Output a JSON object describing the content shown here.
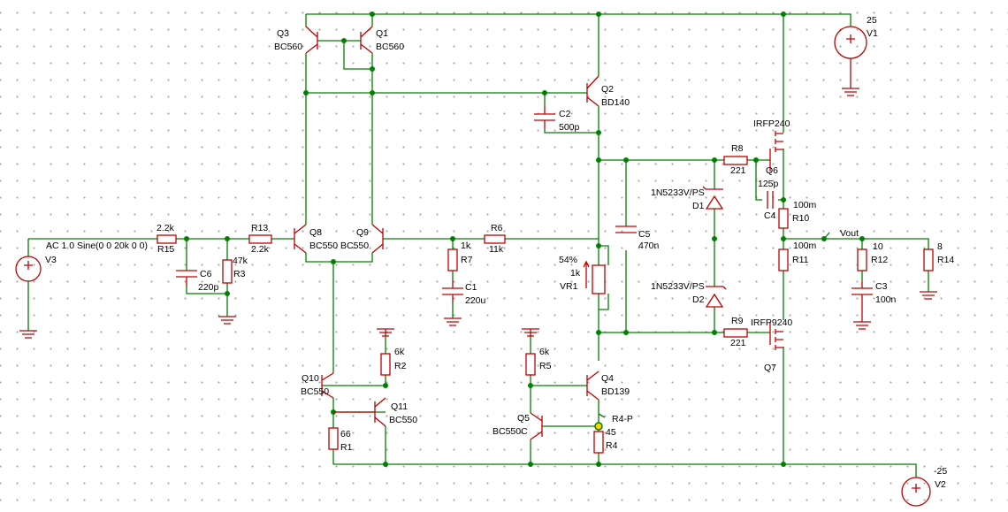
{
  "components": {
    "q1": {
      "ref": "Q1",
      "part": "BC560"
    },
    "q3": {
      "ref": "Q3",
      "part": "BC560"
    },
    "q2": {
      "ref": "Q2",
      "part": "BD140"
    },
    "c2": {
      "ref": "C2",
      "value": "500p"
    },
    "v1": {
      "ref": "V1",
      "value": "25"
    },
    "v2": {
      "ref": "V2",
      "value": "-25"
    },
    "v3": {
      "ref": "V3",
      "value": "AC 1 0 Sine(0 0 20k 0 0)"
    },
    "q6": {
      "ref": "Q6",
      "part": "IRFP240"
    },
    "q7": {
      "ref": "Q7",
      "part": "IRFP9240"
    },
    "r8": {
      "ref": "R8",
      "value": "221"
    },
    "r9": {
      "ref": "R9",
      "value": "221"
    },
    "c4": {
      "ref": "C4",
      "value": "125p"
    },
    "r10": {
      "ref": "R10",
      "value": "100m"
    },
    "r11": {
      "ref": "R11",
      "value": "100m"
    },
    "d1": {
      "ref": "D1",
      "part": "1N5233V/PS"
    },
    "d2": {
      "ref": "D2",
      "part": "1N5233V/PS"
    },
    "c5": {
      "ref": "C5",
      "value": "470n"
    },
    "r15": {
      "ref": "R15",
      "value": "2.2k"
    },
    "r13": {
      "ref": "R13",
      "value": "2.2k"
    },
    "r3": {
      "ref": "R3",
      "value": "47k"
    },
    "c6": {
      "ref": "C6",
      "value": "220p"
    },
    "q8": {
      "ref": "Q8",
      "part": "BC550"
    },
    "q9": {
      "ref": "Q9",
      "part": "BC550"
    },
    "r7": {
      "ref": "R7",
      "value": "1k"
    },
    "c1": {
      "ref": "C1",
      "value": "220u"
    },
    "r6": {
      "ref": "R6",
      "value": "11k"
    },
    "vr1": {
      "ref": "VR1",
      "value": "1k",
      "setting": "54%"
    },
    "r12": {
      "ref": "R12",
      "value": "10"
    },
    "r14": {
      "ref": "R14",
      "value": "8"
    },
    "c3": {
      "ref": "C3",
      "value": "100n"
    },
    "q10": {
      "ref": "Q10",
      "part": "BC550"
    },
    "q11": {
      "ref": "Q11",
      "part": "BC550"
    },
    "r2": {
      "ref": "R2",
      "value": "6k"
    },
    "r1": {
      "ref": "R1",
      "value": "66"
    },
    "r5": {
      "ref": "R5",
      "value": "6k"
    },
    "q4": {
      "ref": "Q4",
      "part": "BD139"
    },
    "q5": {
      "ref": "Q5",
      "part": "BC550C"
    },
    "r4": {
      "ref": "R4",
      "value": "45"
    }
  },
  "nets": {
    "vout": "Vout",
    "r4p": "R4-P"
  },
  "colors": {
    "wire": "#008000",
    "component": "#c00000",
    "grid_dot": "#a6a6a6"
  }
}
